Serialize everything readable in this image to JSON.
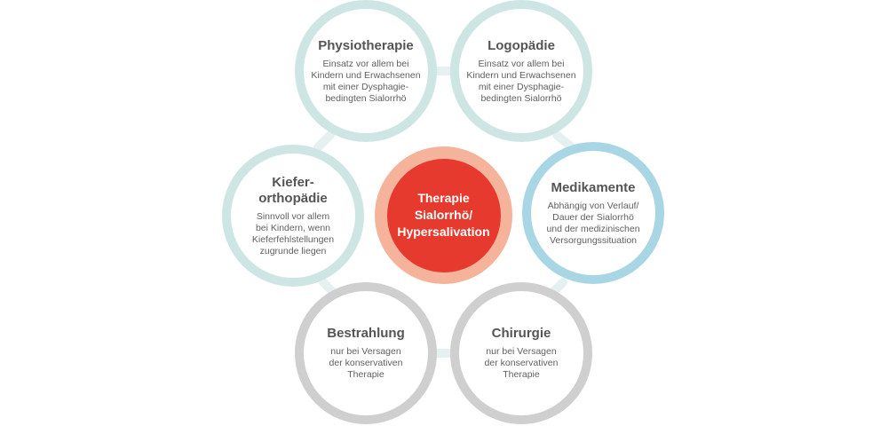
{
  "colors": {
    "teal_light": "#cde6e4",
    "blue": "#a9d6e4",
    "gray": "#cfcfcf",
    "connector": "#e4f1f0",
    "center_ring": "#f4b39a",
    "center_core": "#e63a2e",
    "title_text": "#555555",
    "body_text": "#606060"
  },
  "center": {
    "title": "Therapie\nSialorrhö/\nHypersalivation"
  },
  "nodes": [
    {
      "title": "Physiotherapie",
      "desc": "Einsatz vor allem bei\nKindern und Erwachsenen\nmit einer Dysphagie-\nbedingten Sialorrhö"
    },
    {
      "title": "Logopädie",
      "desc": "Einsatz vor allem bei\nKindern und Erwachsenen\nmit einer Dysphagie-\nbedingten Sialorrhö"
    },
    {
      "title": "Kiefer-\northopädie",
      "desc": "Sinnvoll vor allem\nbei Kindern, wenn\nKieferfehlstellungen\nzugrunde liegen"
    },
    {
      "title": "Medikamente",
      "desc": "Abhängig von Verlauf/\nDauer der Sialorrhö\nund der medizinischen\nVersorgungssituation"
    },
    {
      "title": "Bestrahlung",
      "desc": "nur bei Versagen\nder konservativen\nTherapie"
    },
    {
      "title": "Chirurgie",
      "desc": "nur bei Versagen\nder konservativen\nTherapie"
    }
  ]
}
